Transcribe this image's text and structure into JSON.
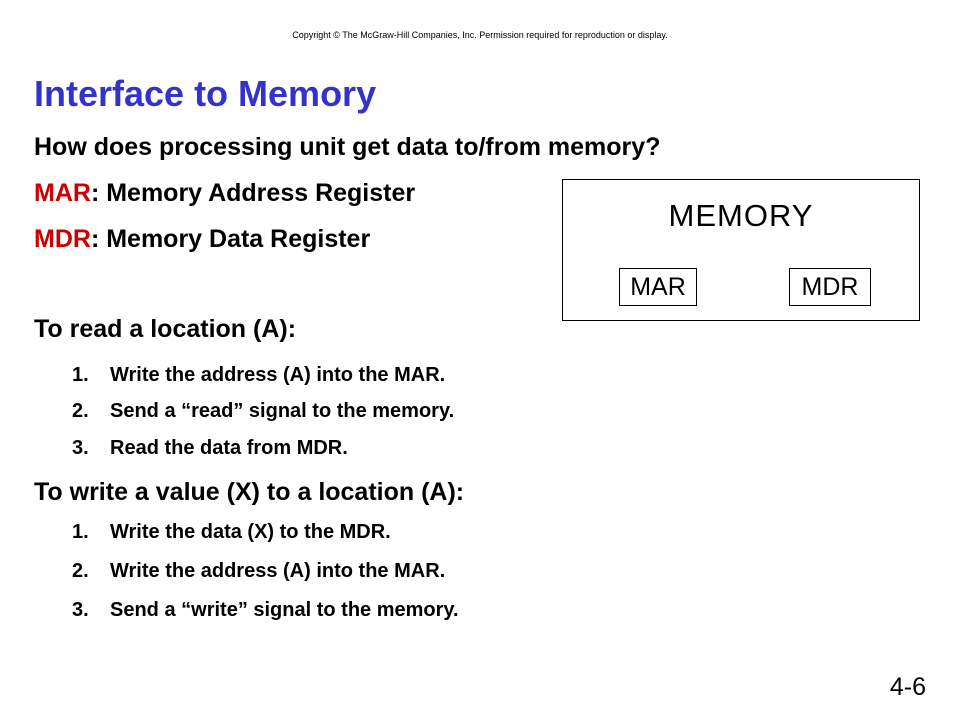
{
  "copyright": "Copyright © The McGraw-Hill Companies, Inc. Permission required for reproduction or display.",
  "title": "Interface to Memory",
  "question": "How does processing unit get data to/from memory?",
  "registers": [
    {
      "abbr": "MAR",
      "desc": ": Memory Address Register"
    },
    {
      "abbr": "MDR",
      "desc": ": Memory Data Register"
    }
  ],
  "read_section": {
    "heading": "To read a location (A):",
    "steps": [
      {
        "num": "1.",
        "text": "Write the address (A) into the MAR."
      },
      {
        "num": "2.",
        "text": "Send a “read” signal to the memory."
      },
      {
        "num": "3.",
        "text": "Read the data from MDR."
      }
    ]
  },
  "write_section": {
    "heading": "To write a value (X) to a location (A):",
    "steps": [
      {
        "num": "1.",
        "text": "Write the data (X) to the MDR."
      },
      {
        "num": "2.",
        "text": "Write the address (A) into the MAR."
      },
      {
        "num": "3.",
        "text": "Send a “write” signal to the memory."
      }
    ]
  },
  "diagram": {
    "memory_label": "MEMORY",
    "mar_label": "MAR",
    "mdr_label": "MDR"
  },
  "slide_number": "4-6",
  "colors": {
    "title": "#3333cc",
    "highlight": "#cc0000"
  }
}
